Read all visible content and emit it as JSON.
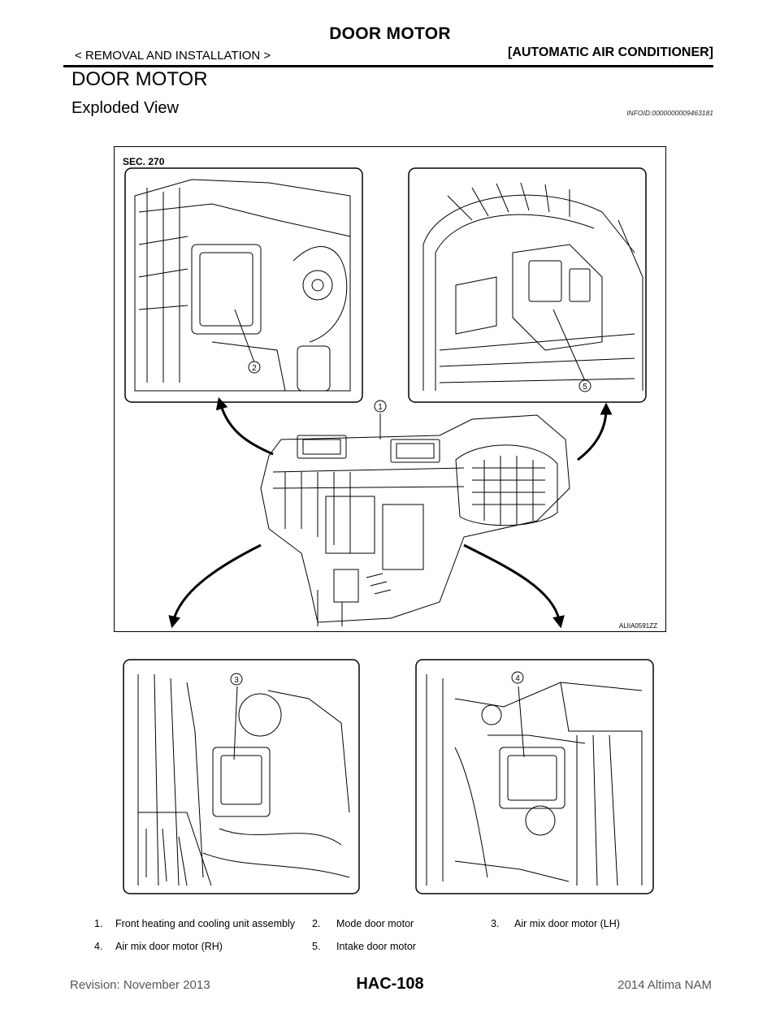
{
  "header": {
    "title": "DOOR MOTOR",
    "left": "< REMOVAL AND INSTALLATION >",
    "right": "[AUTOMATIC AIR CONDITIONER]"
  },
  "section_title": "DOOR MOTOR",
  "subsection_title": "Exploded View",
  "info_id": "INFOID:0000000009463181",
  "figure": {
    "sec_label": "SEC. 270",
    "code": "ALIIA0591ZZ",
    "callouts": [
      "1",
      "2",
      "3",
      "4",
      "5"
    ]
  },
  "legend": [
    {
      "num": "1.",
      "text": "Front heating and cooling unit assembly"
    },
    {
      "num": "2.",
      "text": "Mode door motor"
    },
    {
      "num": "3.",
      "text": "Air mix door motor (LH)"
    },
    {
      "num": "4.",
      "text": "Air mix door motor (RH)"
    },
    {
      "num": "5.",
      "text": "Intake door motor"
    }
  ],
  "footer": {
    "revision": "Revision: November 2013",
    "page": "HAC-108",
    "model": "2014 Altima NAM"
  }
}
